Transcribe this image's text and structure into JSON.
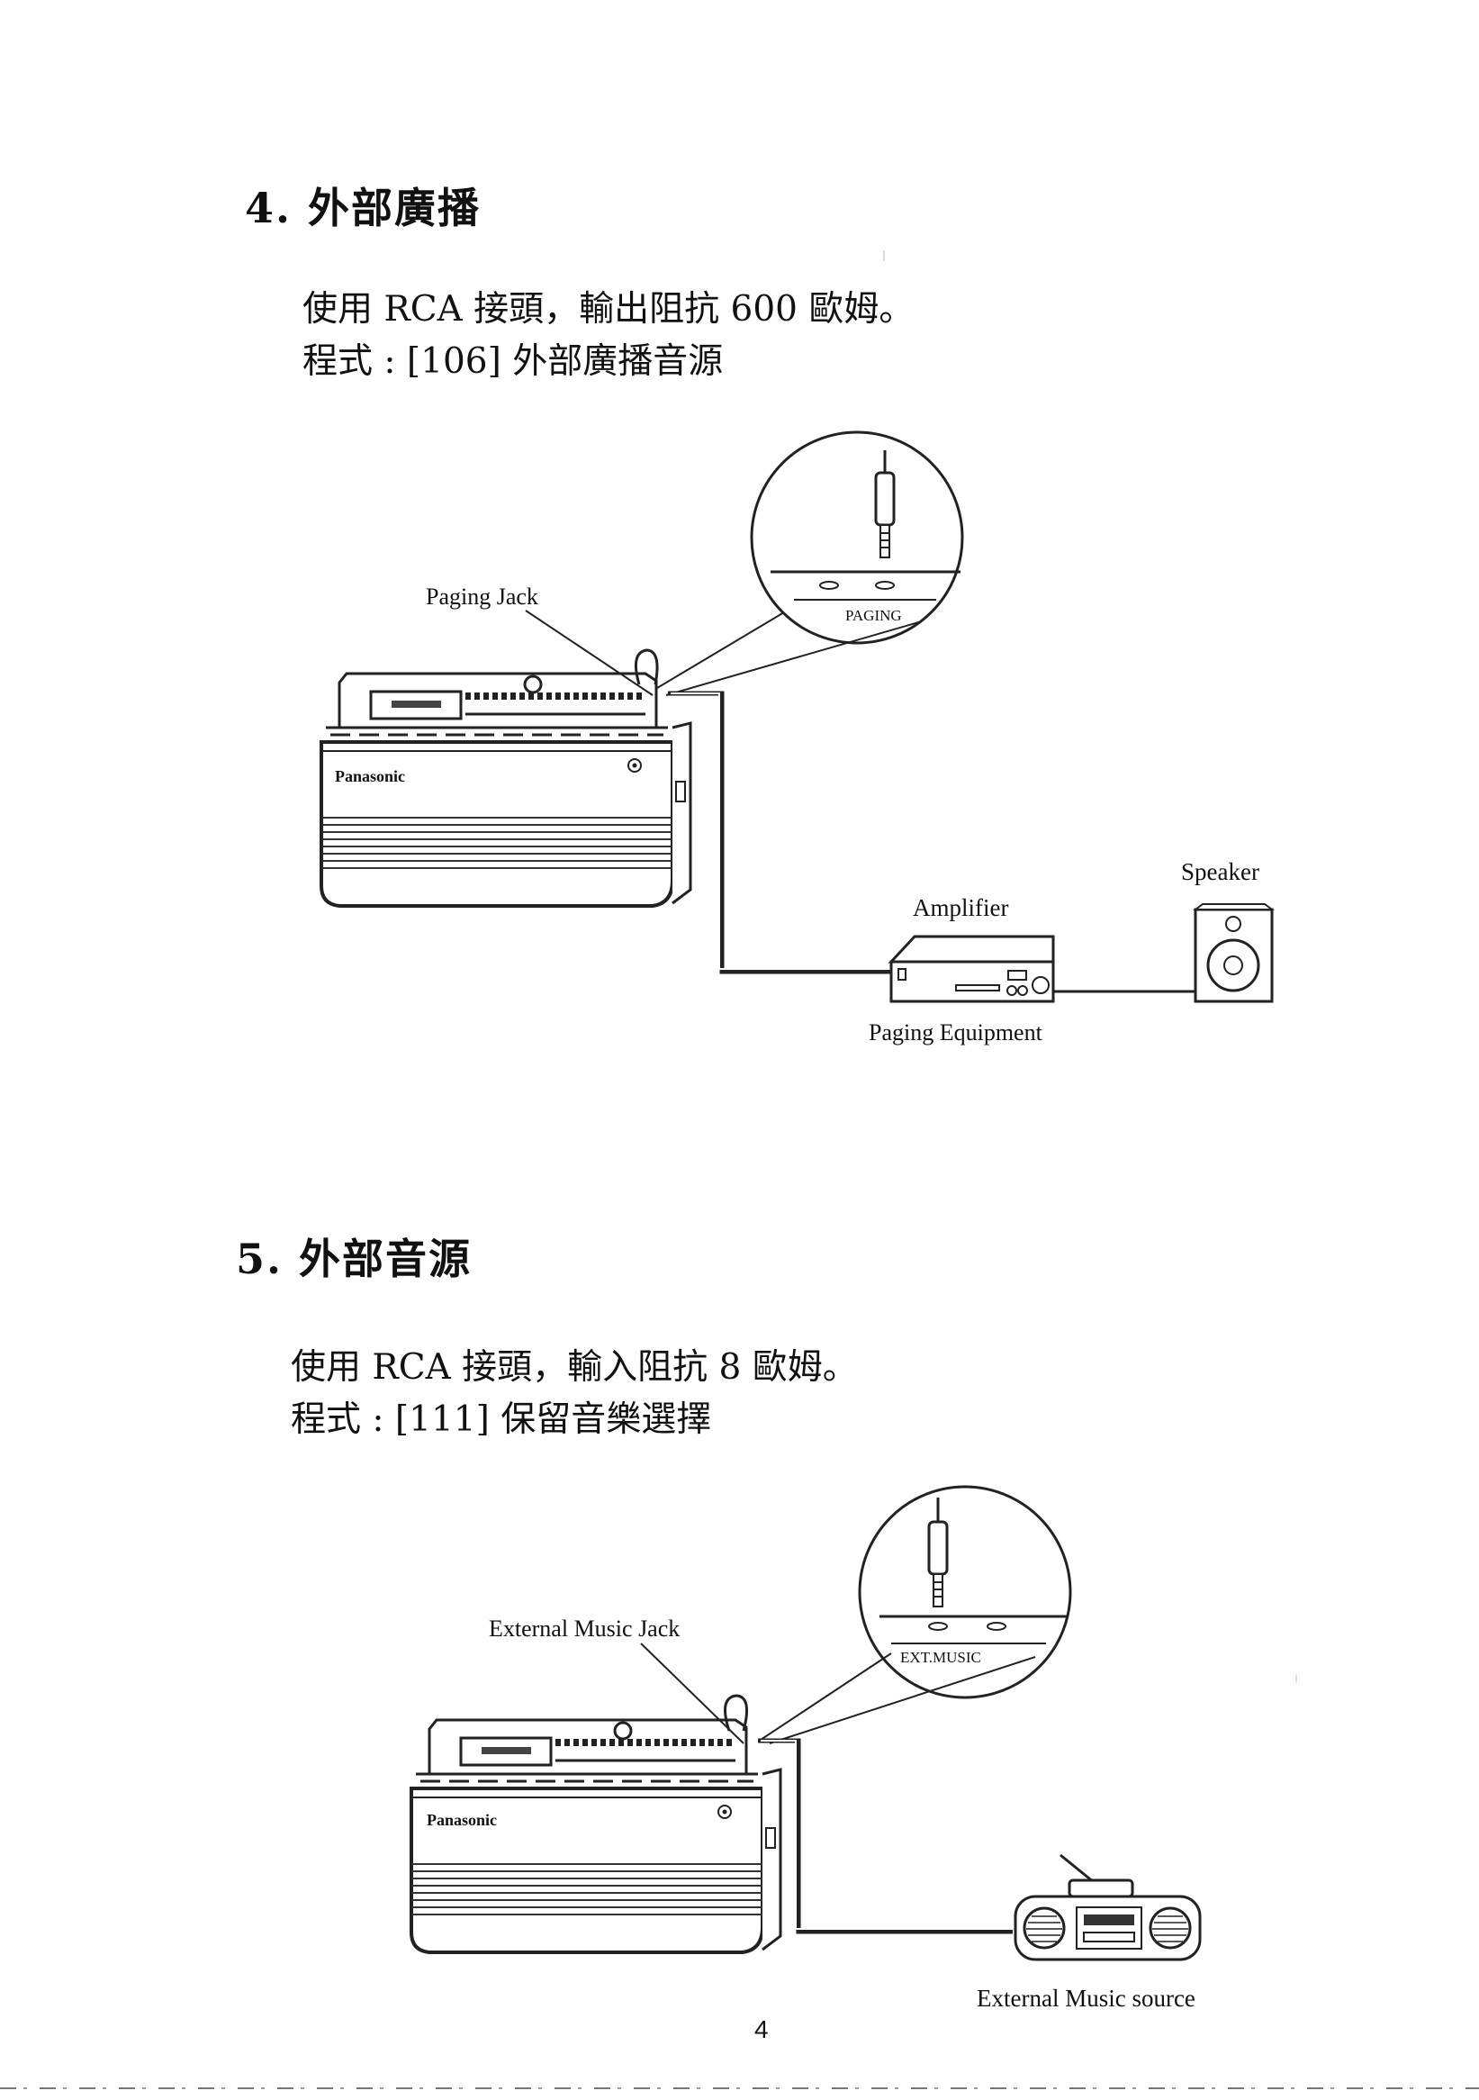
{
  "section4": {
    "heading": "4. 外部廣播",
    "line1": "使用 RCA 接頭，輸出阻抗 600 歐姆。",
    "line2": "程式 : [106] 外部廣播音源"
  },
  "diagram1": {
    "jack_label": "Paging Jack",
    "port_label": "PAGING",
    "brand": "Panasonic",
    "amplifier_label": "Amplifier",
    "speaker_label": "Speaker",
    "equipment_label": "Paging Equipment"
  },
  "section5": {
    "heading": "5. 外部音源",
    "line1": "使用 RCA 接頭，輸入阻抗 8 歐姆。",
    "line2": "程式 : [111] 保留音樂選擇"
  },
  "diagram2": {
    "jack_label": "External Music Jack",
    "port_label": "EXT.MUSIC",
    "brand": "Panasonic",
    "source_label": "External Music source"
  },
  "page_number": "4"
}
